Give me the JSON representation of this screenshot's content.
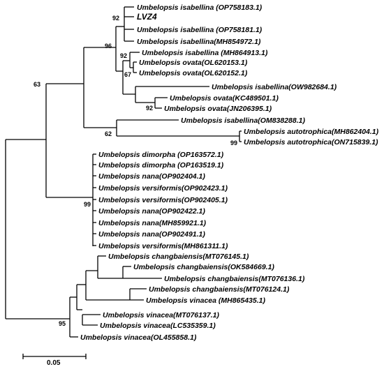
{
  "taxa": [
    {
      "label": "Umbelopsis isabellina (OP758183.1)"
    },
    {
      "label": "LVZ4",
      "focal": true
    },
    {
      "label": "Umbelopsis isabellina (OP758181.1)"
    },
    {
      "label": "Umbelopsis isabellina(MH854972.1)"
    },
    {
      "label": "Umbelopsis isabellina (MH864913.1)"
    },
    {
      "label": "Umbelopsis ovata(OL620153.1)"
    },
    {
      "label": "Umbelopsis ovata(OL620152.1)"
    },
    {
      "label": "Umbelopsis isabellina(OW982684.1)"
    },
    {
      "label": "Umbelopsis ovata(KC489501.1)"
    },
    {
      "label": "Umbelopsis ovata(JN206395.1)"
    },
    {
      "label": "Umbelopsis isabellina(OM838288.1)"
    },
    {
      "label": "Umbelopsis autotrophica(MH862404.1)"
    },
    {
      "label": "Umbelopsis autotrophica(ON715839.1)"
    },
    {
      "label": "Umbelopsis dimorpha (OP163572.1)"
    },
    {
      "label": "Umbelopsis dimorpha (OP163519.1)"
    },
    {
      "label": "Umbelopsis nana(OP902404.1)"
    },
    {
      "label": "Umbelopsis versiformis(OP902423.1)"
    },
    {
      "label": "Umbelopsis versiformis(OP902405.1)"
    },
    {
      "label": "Umbelopsis nana(OP902422.1)"
    },
    {
      "label": "Umbelopsis nana(MH859921.1)"
    },
    {
      "label": "Umbelopsis nana(OP902491.1)"
    },
    {
      "label": "Umbelopsis versiformis(MH861311.1)"
    },
    {
      "label": "Umbelopsis changbaiensis(MT076145.1)"
    },
    {
      "label": "Umbelopsis changbaiensis(OK584669.1)"
    },
    {
      "label": "Umbelopsis changbaiensis(MT076136.1)"
    },
    {
      "label": "Umbelopsis changbaiensis(MT076124.1)"
    },
    {
      "label": "Umbelopsis vinacea (MH865435.1)"
    },
    {
      "label": "Umbelopsis vinacea(MT076137.1)"
    },
    {
      "label": "Umbelopsis vinacea(LC535359.1)"
    },
    {
      "label": "Umbelopsis vinacea(OL455858.1)"
    }
  ],
  "bootstrap_values": [
    "92",
    "96",
    "92",
    "67",
    "63",
    "92",
    "62",
    "99",
    "99",
    "95"
  ],
  "scale_bar": {
    "label": "0.05"
  }
}
